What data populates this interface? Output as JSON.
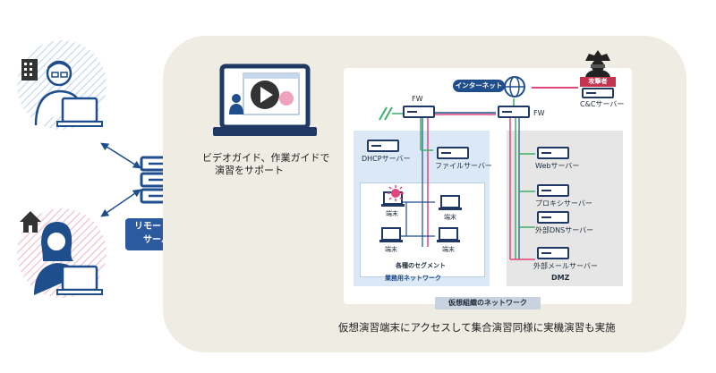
{
  "left": {
    "remote_server_label_line1": "リモート接続",
    "remote_server_label_line2": "サーバー"
  },
  "guide": {
    "caption_line1": "ビデオガイド、作業ガイドで",
    "caption_line2": "演習をサポート"
  },
  "network": {
    "internet_label": "インターネット",
    "attacker_label": "攻撃者",
    "cc_server_label": "C&Cサーバー",
    "fw_label_1": "FW",
    "fw_label_2": "FW",
    "dhcp_label": "DHCPサーバー",
    "file_server_label": "ファイルサーバー",
    "terminal_label": "端末",
    "segment_label": "各種のセグメント",
    "business_net_label": "業務用ネットワーク",
    "dmz_label": "DMZ",
    "web_label": "Webサーバー",
    "proxy_label": "プロキシサーバー",
    "ext_dns_label": "外部DNSサーバー",
    "ext_mail_label": "外部メールサーバー",
    "virtual_org_label": "仮想組織のネットワーク"
  },
  "footer_caption": "仮想演習端末にアクセスして集合演習同様に実機演習も実施",
  "colors": {
    "accent_blue": "#1f4e8c",
    "panel_beige": "#efece4",
    "light_blue": "#dbe9f6",
    "pink_line": "#e0457b",
    "green_line": "#3fae6b",
    "dmz_grey": "#e6e6e6"
  }
}
